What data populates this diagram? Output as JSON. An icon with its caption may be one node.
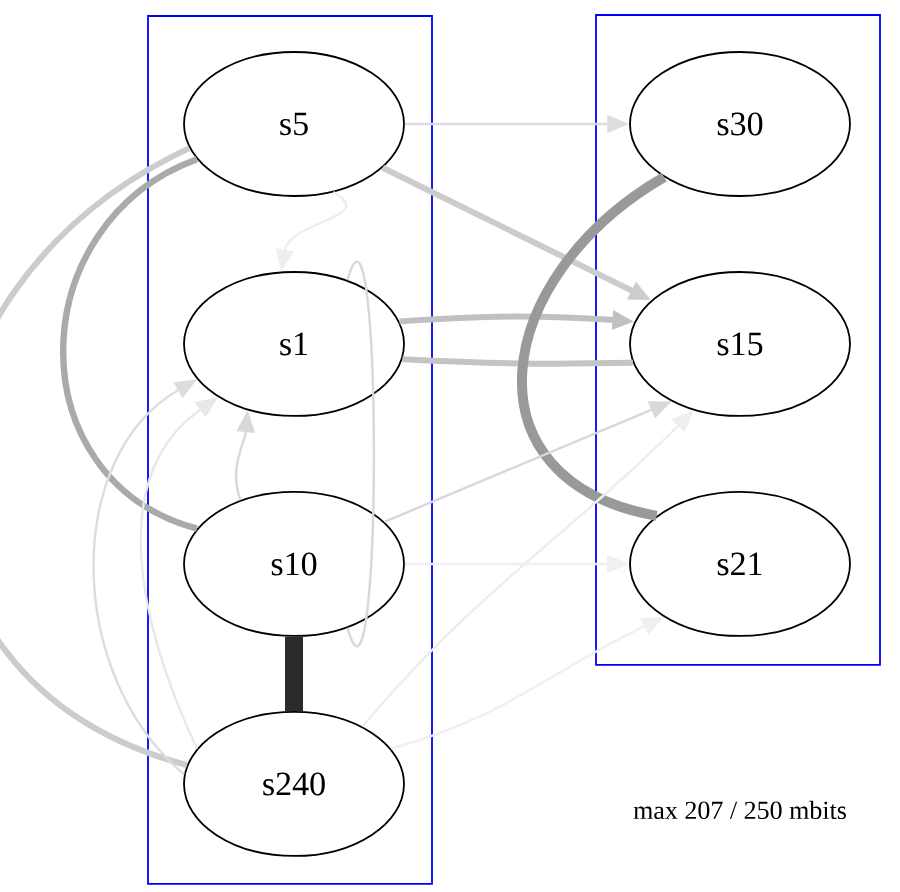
{
  "diagram": {
    "nodes": [
      {
        "text": [],
        "shape": "box"
      },
      {
        "text": [
          "s5"
        ],
        "in": 0
      },
      {
        "text": [
          "s1"
        ],
        "in": 0
      },
      {
        "text": [
          "s10"
        ],
        "in": 0
      },
      {
        "text": [
          "s240"
        ],
        "in": 0
      },
      {
        "text": [],
        "shape": "box"
      },
      {
        "text": [
          "s30"
        ],
        "in": 5
      },
      {
        "text": [
          "s15"
        ],
        "in": 5
      },
      {
        "text": [
          "s21"
        ],
        "in": 5
      }
    ],
    "edges": [
      {
        "from": 1,
        "to": 6,
        "arrow": "to",
        "color": "#dddddd"
      },
      {
        "from": 1,
        "to": 7,
        "arrow": "to",
        "style": "thick",
        "color": "#cccccc"
      },
      {
        "from": 2,
        "to": 7,
        "arrow": "to",
        "style": "thick",
        "color": "#c0c0c0"
      },
      {
        "from": 2,
        "to": 7,
        "arrow": "none",
        "style": "thick",
        "color": "#c4c4c4"
      },
      {
        "from": 6,
        "to": 8,
        "arrow": "none",
        "style": "thick",
        "color": "#999999"
      },
      {
        "from": 1,
        "to": 3,
        "arrow": "none",
        "style": "thick",
        "color": "#aaaaaa"
      },
      {
        "from": 1,
        "to": 4,
        "arrow": "none",
        "style": "thick",
        "color": "#cccccc"
      },
      {
        "from": 1,
        "to": 2,
        "arrow": "to",
        "color": "#eeeeee"
      },
      {
        "from": 3,
        "to": 2,
        "arrow": "to",
        "color": "#d8d8d8"
      },
      {
        "from": 3,
        "to": 7,
        "arrow": "to",
        "color": "#d8d8d8"
      },
      {
        "from": 3,
        "to": 8,
        "arrow": "to",
        "color": "#f0f0f0"
      },
      {
        "from": 3,
        "to": 4,
        "arrow": "none",
        "style": "thick",
        "color": "#2b2b2b"
      },
      {
        "from": 4,
        "to": 2,
        "arrow": "to",
        "color": "#dddddd"
      },
      {
        "from": 4,
        "to": 2,
        "arrow": "to",
        "color": "#e8e8e8"
      },
      {
        "from": 4,
        "to": 7,
        "arrow": "to",
        "color": "#eeeeee"
      },
      {
        "from": 4,
        "to": 8,
        "arrow": "to",
        "color": "#f0f0f0"
      },
      {
        "from": 2,
        "to": 3,
        "arrow": "none",
        "color": "#d8d8d8"
      }
    ],
    "labels": [
      "max 207 / 250 mbits"
    ]
  }
}
